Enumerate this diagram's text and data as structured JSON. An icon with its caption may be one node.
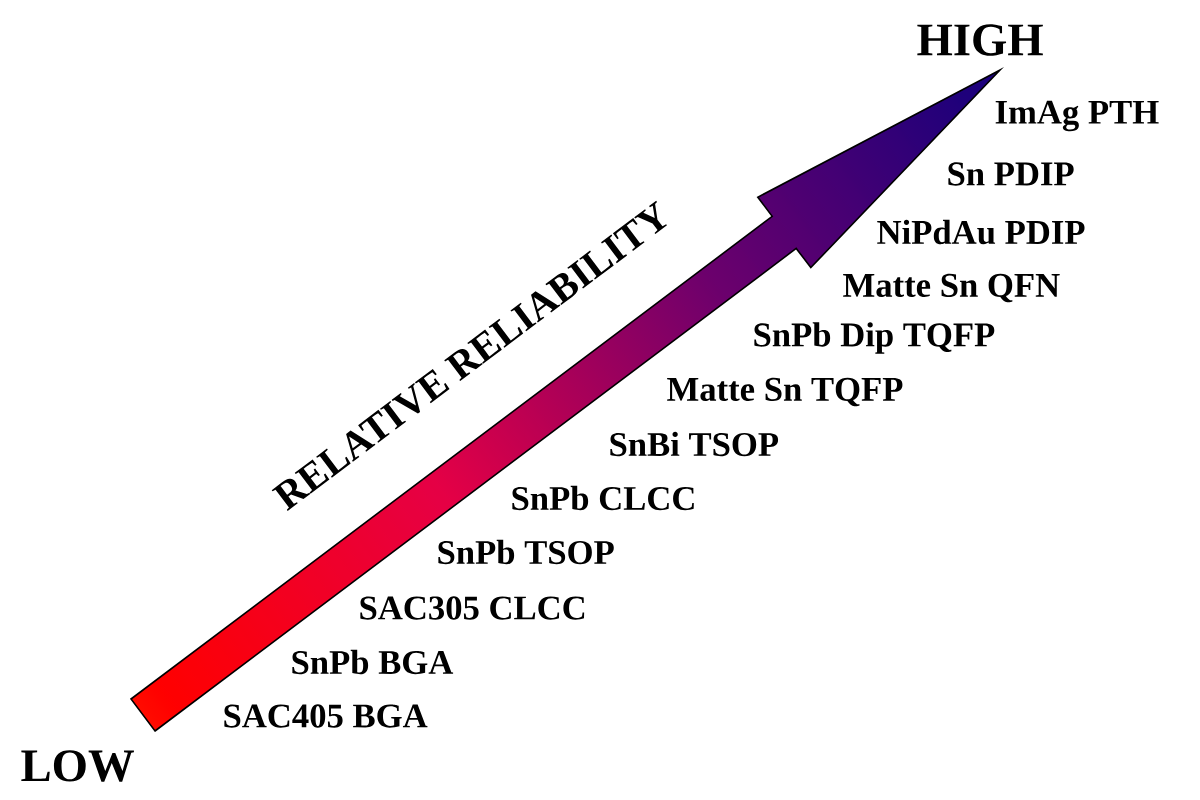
{
  "diagram": {
    "labels": [
      "HIGH",
      "ImAg PTH",
      "Sn PDIP",
      "NiPdAu PDIP",
      "Matte Sn QFN",
      "SnPb Dip TQFP",
      "RELATIVE RELIABILITY",
      "Matte Sn TQFP",
      "SnBi TSOP",
      "SnPb CLCC",
      "SnPb TSOP",
      "SAC305 CLCC",
      "SnPb BGA",
      "SAC405 BGA",
      "LOW"
    ]
  }
}
